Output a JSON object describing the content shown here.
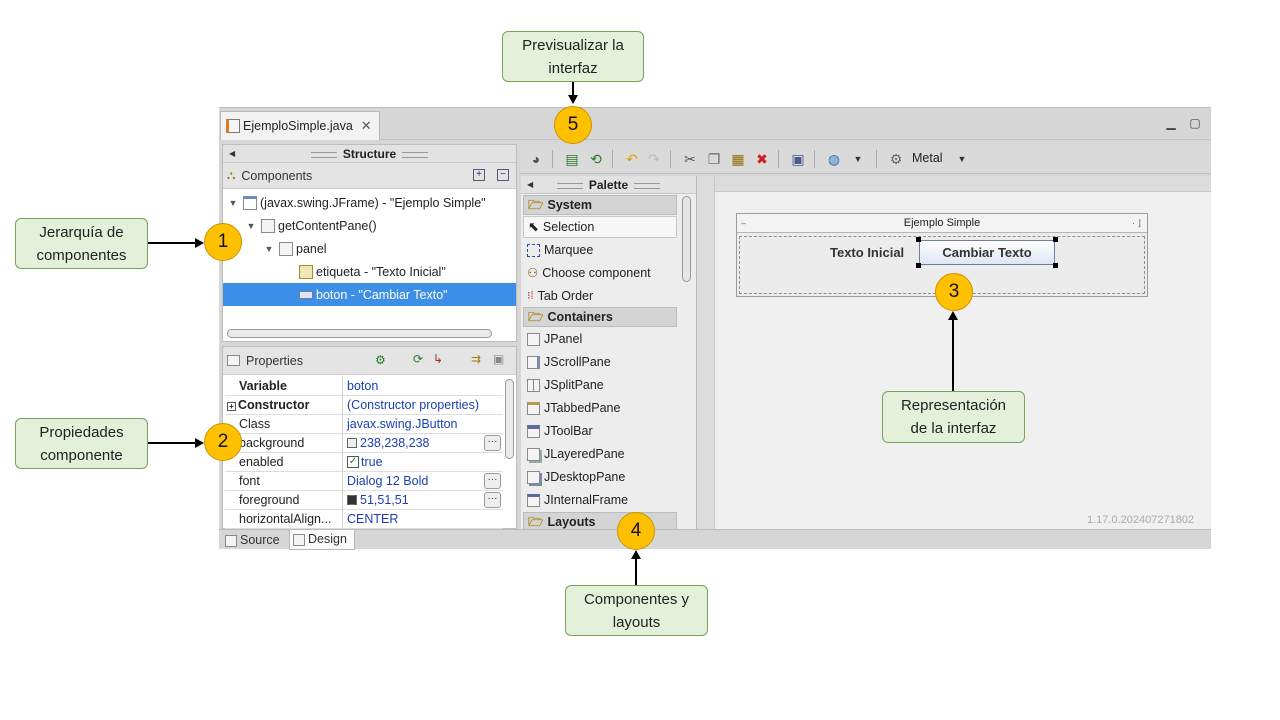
{
  "callouts": {
    "preview": "Previsualizar la interfaz",
    "hierarchy": "Jerarquía de componentes",
    "properties": "Propiedades componente",
    "representation": "Representación de la interfaz",
    "palette": "Componentes y layouts"
  },
  "badges": {
    "b1": "1",
    "b2": "2",
    "b3": "3",
    "b4": "4",
    "b5": "5"
  },
  "editor": {
    "file_tab": "EjemploSimple.java",
    "close_glyph": "✕",
    "minimize_glyph": "▭",
    "maximize_glyph": "◻"
  },
  "structure": {
    "title": "Structure",
    "components_label": "Components",
    "tree": [
      {
        "label": "(javax.swing.JFrame) - \"Ejemplo Simple\""
      },
      {
        "label": "getContentPane()"
      },
      {
        "label": "panel"
      },
      {
        "label": "etiqueta - \"Texto Inicial\""
      },
      {
        "label": "boton - \"Cambiar Texto\""
      }
    ],
    "properties_label": "Properties",
    "properties": [
      {
        "name": "Variable",
        "value": "boton"
      },
      {
        "name": "Constructor",
        "value": "(Constructor properties)"
      },
      {
        "name": "Class",
        "value": "javax.swing.JButton"
      },
      {
        "name": "background",
        "value": "238,238,238"
      },
      {
        "name": "enabled",
        "value": "true"
      },
      {
        "name": "font",
        "value": "Dialog 12 Bold"
      },
      {
        "name": "foreground",
        "value": "51,51,51"
      },
      {
        "name": "horizontalAlign...",
        "value": "CENTER"
      }
    ]
  },
  "toolbar": {
    "look_and_feel": "Metal"
  },
  "palette": {
    "title": "Palette",
    "categories": [
      "System",
      "Containers",
      "Layouts"
    ],
    "system_items": [
      "Selection",
      "Marquee",
      "Choose component",
      "Tab Order"
    ],
    "container_items": [
      "JPanel",
      "JScrollPane",
      "JSplitPane",
      "JTabbedPane",
      "JToolBar",
      "JLayeredPane",
      "JDesktopPane",
      "JInternalFrame"
    ]
  },
  "design": {
    "frame_title": "Ejemplo Simple",
    "label_text": "Texto Inicial",
    "button_text": "Cambiar Texto",
    "version": "1.17.0.202407271802"
  },
  "bottom_tabs": [
    "Source",
    "Design"
  ],
  "colors": {
    "callout_bg": "#e3f0da",
    "badge": "#ffc000",
    "selection": "#3d8ee6"
  }
}
